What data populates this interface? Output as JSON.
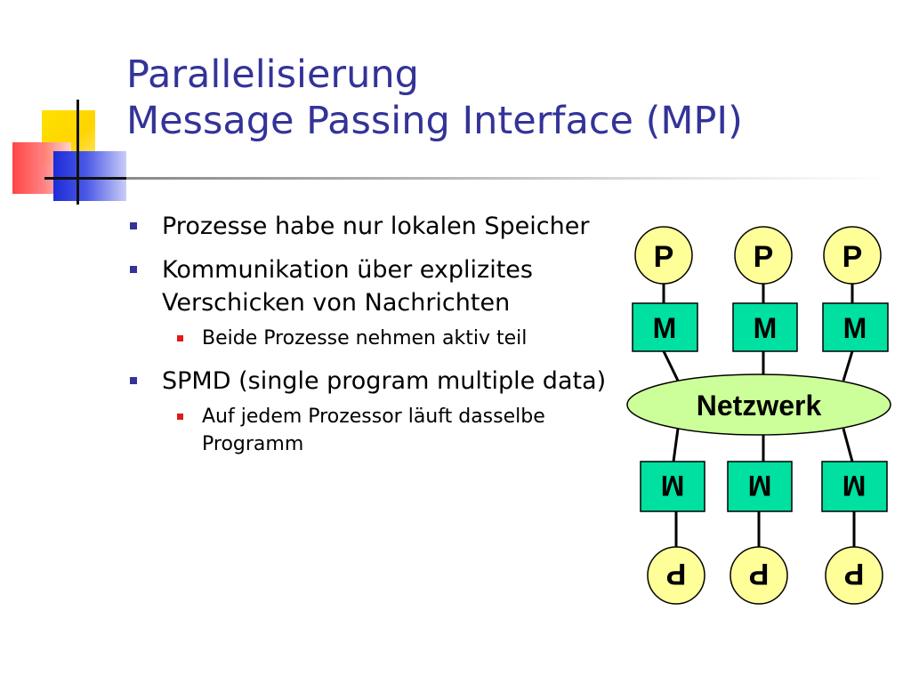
{
  "title": {
    "line1": "Parallelisierung",
    "line2": "Message Passing Interface (MPI)"
  },
  "bullets": [
    {
      "text": "Prozesse habe nur lokalen Speicher",
      "sub": []
    },
    {
      "text": "Kommunikation über explizites Verschicken von Nachrichten",
      "sub": [
        "Beide Prozesse nehmen aktiv teil"
      ]
    },
    {
      "text": "SPMD (single program multiple data)",
      "sub": [
        "Auf jedem Prozessor läuft dasselbe Programm"
      ]
    }
  ],
  "diagram": {
    "process_label": "P",
    "memory_label": "M",
    "network_label": "Netzwerk",
    "columns": 3,
    "colors": {
      "process_fill": "#ffff99",
      "memory_fill": "#00e0a0",
      "network_fill": "#ccff99",
      "stroke": "#000000"
    }
  }
}
